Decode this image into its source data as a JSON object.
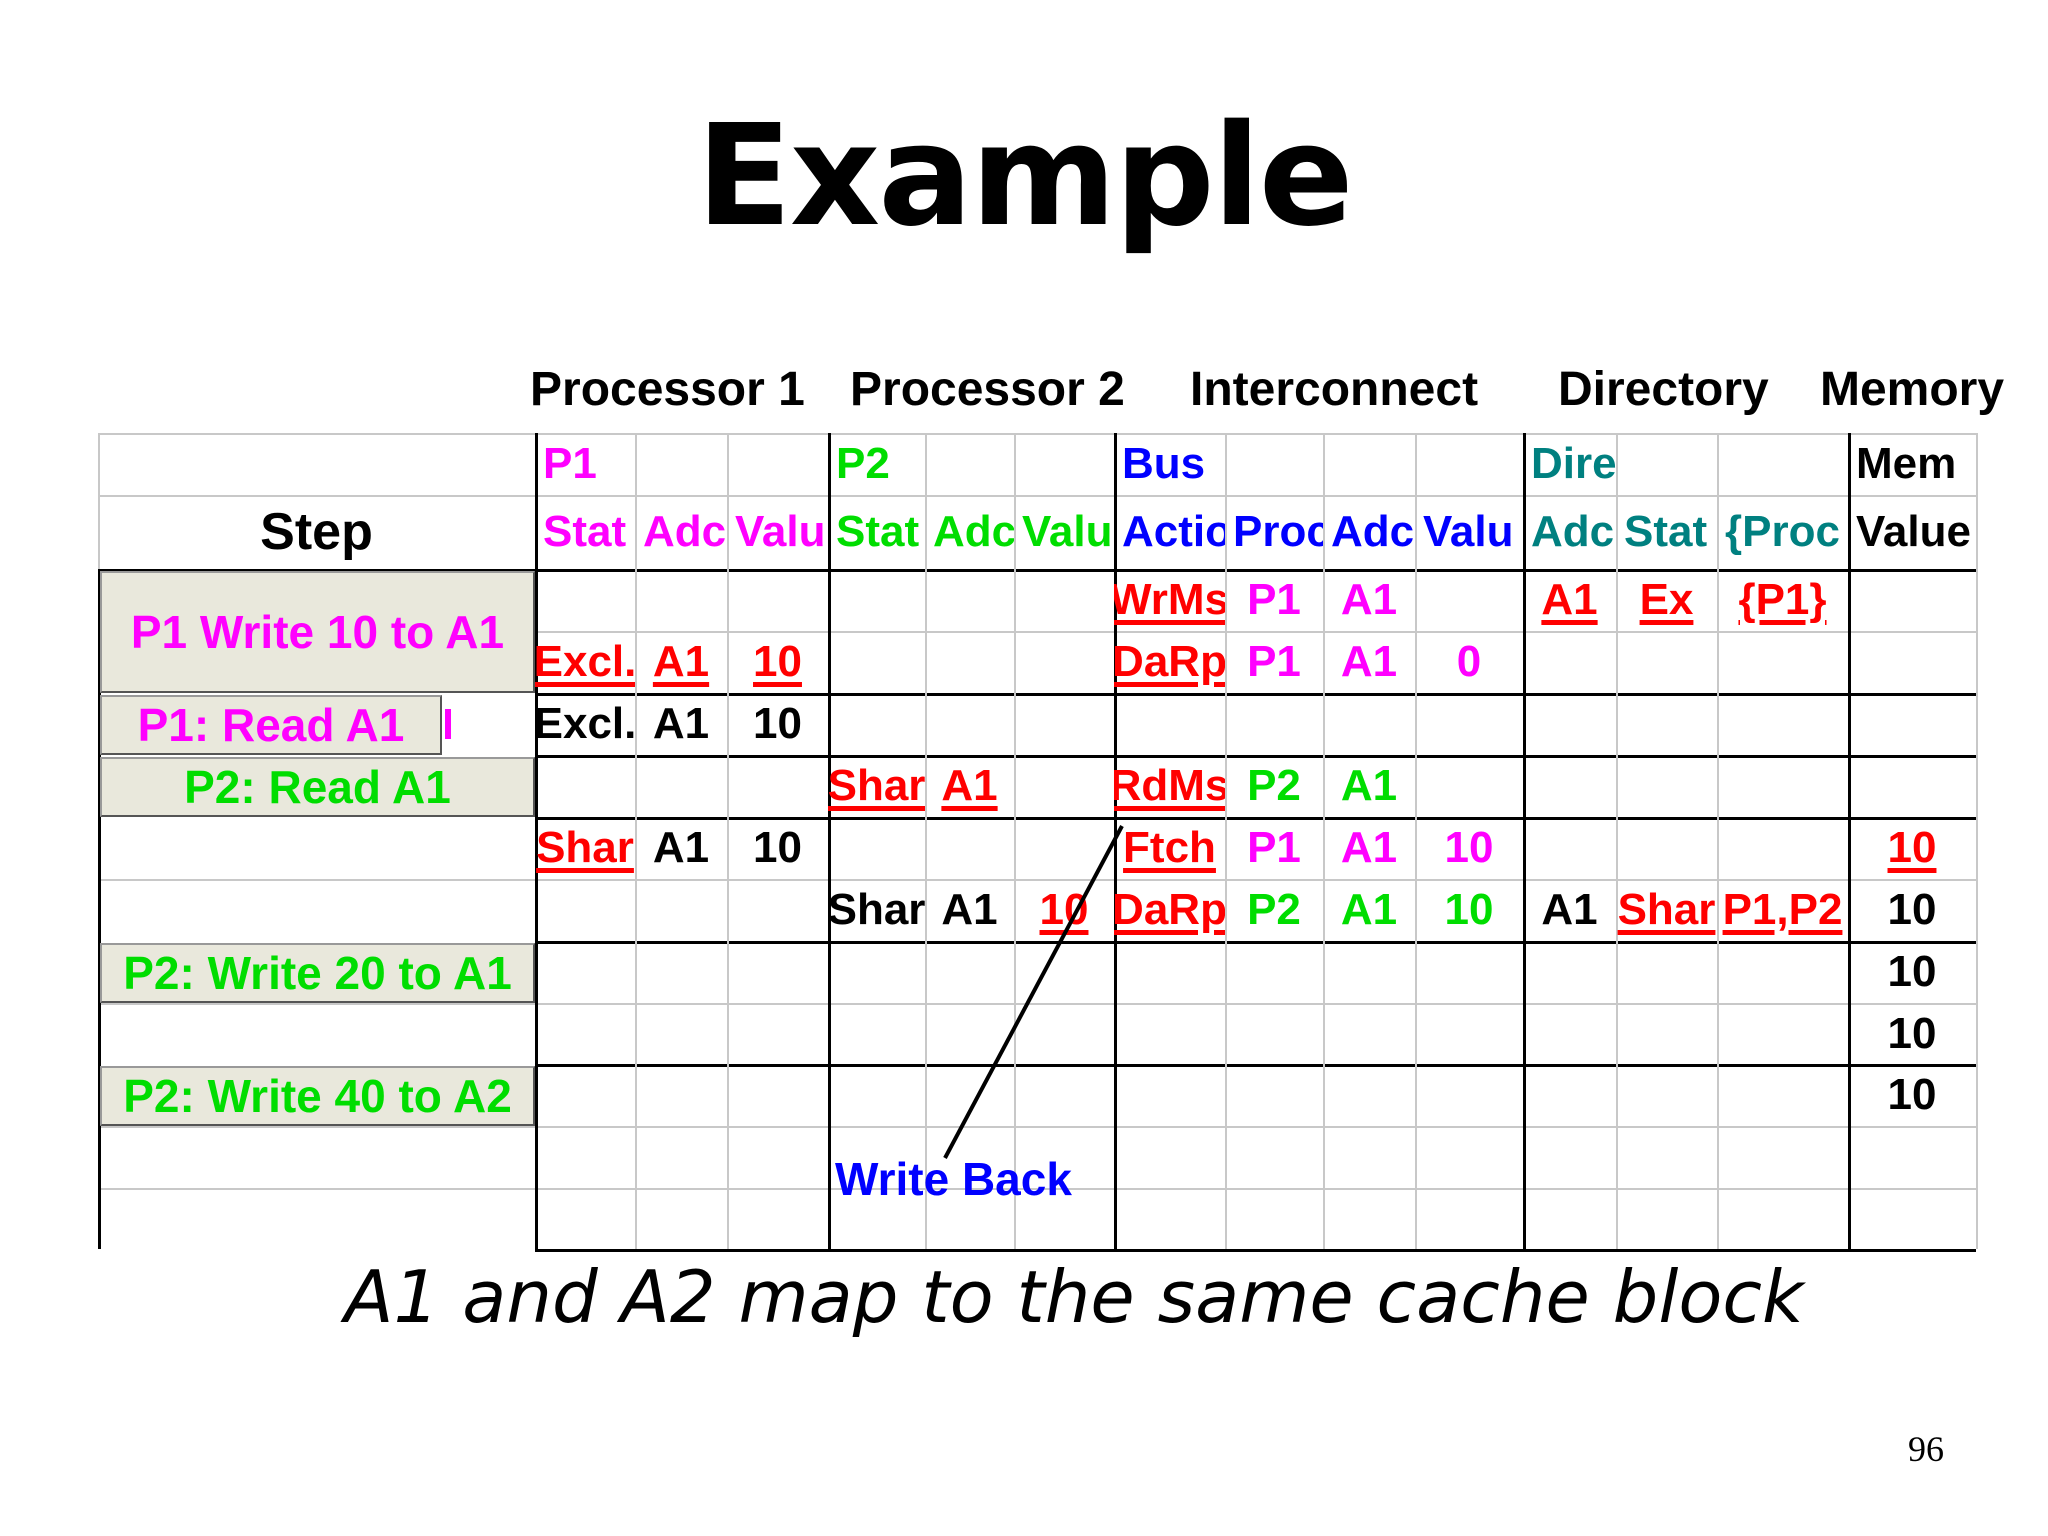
{
  "title": "Example",
  "groups": [
    "Processor 1",
    "Processor 2",
    "Interconnect",
    "Directory",
    "Memory"
  ],
  "colors": {
    "mag": "#ff00ff",
    "grn": "#00dd00",
    "blu": "#0000ff",
    "teal": "#008080",
    "red": "#ff0000",
    "blk": "#000000"
  },
  "header_row1": [
    {
      "t": "P1",
      "c": "mag"
    },
    {
      "t": "",
      "c": "blk"
    },
    {
      "t": "",
      "c": "blk"
    },
    {
      "t": "P2",
      "c": "grn"
    },
    {
      "t": "",
      "c": "blk"
    },
    {
      "t": "",
      "c": "blk"
    },
    {
      "t": "Bus",
      "c": "blu"
    },
    {
      "t": "",
      "c": "blk"
    },
    {
      "t": "",
      "c": "blk"
    },
    {
      "t": "",
      "c": "blk"
    },
    {
      "t": "Directory",
      "c": "teal"
    },
    {
      "t": "",
      "c": "blk"
    },
    {
      "t": "",
      "c": "blk"
    },
    {
      "t": "Mem",
      "c": "blk"
    }
  ],
  "step_header": "Step",
  "header_row2": [
    {
      "t": "Stat",
      "c": "mag"
    },
    {
      "t": "Adc",
      "c": "mag"
    },
    {
      "t": "Valu",
      "c": "mag"
    },
    {
      "t": "Stat",
      "c": "grn"
    },
    {
      "t": "Adc",
      "c": "grn"
    },
    {
      "t": "Valu",
      "c": "grn"
    },
    {
      "t": "Actio",
      "c": "blu"
    },
    {
      "t": "Proc",
      "c": "blu"
    },
    {
      "t": "Adc",
      "c": "blu"
    },
    {
      "t": "Valu",
      "c": "blu"
    },
    {
      "t": "Adc",
      "c": "teal"
    },
    {
      "t": "Stat",
      "c": "teal"
    },
    {
      "t": "{Proc",
      "c": "teal"
    },
    {
      "t": "Value",
      "c": "blk"
    }
  ],
  "rows": [
    [
      {},
      {},
      {},
      {},
      {},
      {},
      {
        "t": "WrMs",
        "c": "red",
        "u": true
      },
      {
        "t": "P1",
        "c": "mag"
      },
      {
        "t": "A1",
        "c": "mag"
      },
      {},
      {
        "t": "A1",
        "c": "red",
        "u": true
      },
      {
        "t": "Ex",
        "c": "red",
        "u": true
      },
      {
        "t": "{P1}",
        "c": "red",
        "u": true
      },
      {}
    ],
    [
      {
        "t": "Excl.",
        "c": "red",
        "u": true
      },
      {
        "t": "A1",
        "c": "red",
        "u": true
      },
      {
        "t": "10",
        "c": "red",
        "u": true
      },
      {},
      {},
      {},
      {
        "t": "DaRp",
        "c": "red",
        "u": true
      },
      {
        "t": "P1",
        "c": "mag"
      },
      {
        "t": "A1",
        "c": "mag"
      },
      {
        "t": "0",
        "c": "mag"
      },
      {},
      {},
      {},
      {}
    ],
    [
      {
        "t": "Excl.",
        "c": "blk"
      },
      {
        "t": "A1",
        "c": "blk"
      },
      {
        "t": "10",
        "c": "blk"
      },
      {},
      {},
      {},
      {},
      {},
      {},
      {},
      {},
      {},
      {},
      {}
    ],
    [
      {},
      {},
      {},
      {
        "t": "Shar",
        "c": "red",
        "u": true
      },
      {
        "t": "A1",
        "c": "red",
        "u": true
      },
      {},
      {
        "t": "RdMs",
        "c": "red",
        "u": true
      },
      {
        "t": "P2",
        "c": "grn"
      },
      {
        "t": "A1",
        "c": "grn"
      },
      {},
      {},
      {},
      {},
      {}
    ],
    [
      {
        "t": "Shar",
        "c": "red",
        "u": true
      },
      {
        "t": "A1",
        "c": "blk"
      },
      {
        "t": "10",
        "c": "blk"
      },
      {},
      {},
      {},
      {
        "t": "Ftch",
        "c": "red",
        "u": true
      },
      {
        "t": "P1",
        "c": "mag"
      },
      {
        "t": "A1",
        "c": "mag"
      },
      {
        "t": "10",
        "c": "mag"
      },
      {},
      {},
      {},
      {
        "t": "10",
        "c": "red",
        "u": true
      }
    ],
    [
      {},
      {},
      {},
      {
        "t": "Shar",
        "c": "blk"
      },
      {
        "t": "A1",
        "c": "blk"
      },
      {
        "t": "10",
        "c": "red",
        "u": true
      },
      {
        "t": "DaRp",
        "c": "red",
        "u": true
      },
      {
        "t": "P2",
        "c": "grn"
      },
      {
        "t": "A1",
        "c": "grn"
      },
      {
        "t": "10",
        "c": "grn"
      },
      {
        "t": "A1",
        "c": "blk"
      },
      {
        "t": "Shar",
        "c": "red",
        "u": true
      },
      {
        "t": "P1,P2",
        "c": "red",
        "u": true
      },
      {
        "t": "10",
        "c": "blk"
      }
    ],
    [
      {},
      {},
      {},
      {},
      {},
      {},
      {},
      {},
      {},
      {},
      {},
      {},
      {},
      {
        "t": "10",
        "c": "blk"
      }
    ],
    [
      {},
      {},
      {},
      {},
      {},
      {},
      {},
      {},
      {},
      {},
      {},
      {},
      {},
      {
        "t": "10",
        "c": "blk"
      }
    ],
    [
      {},
      {},
      {},
      {},
      {},
      {},
      {},
      {},
      {},
      {},
      {},
      {},
      {},
      {
        "t": "10",
        "c": "blk"
      }
    ],
    [
      {},
      {},
      {},
      {},
      {},
      {},
      {},
      {},
      {},
      {},
      {},
      {},
      {},
      {}
    ],
    [
      {},
      {},
      {},
      {},
      {},
      {},
      {},
      {},
      {},
      {},
      {},
      {},
      {},
      {}
    ]
  ],
  "steps": [
    {
      "label": "P1 Write 10 to A1",
      "c": "mag"
    },
    {
      "label": "P1: Read A1",
      "c": "mag"
    },
    {
      "label": "P2: Read A1",
      "c": "grn"
    },
    {
      "label": "P2: Write 20 to A1",
      "c": "grn"
    },
    {
      "label": "P2: Write 40 to A2",
      "c": "grn"
    }
  ],
  "annotation": "Write Back",
  "caption": "A1 and A2 map to the same cache block",
  "page_number": "96"
}
